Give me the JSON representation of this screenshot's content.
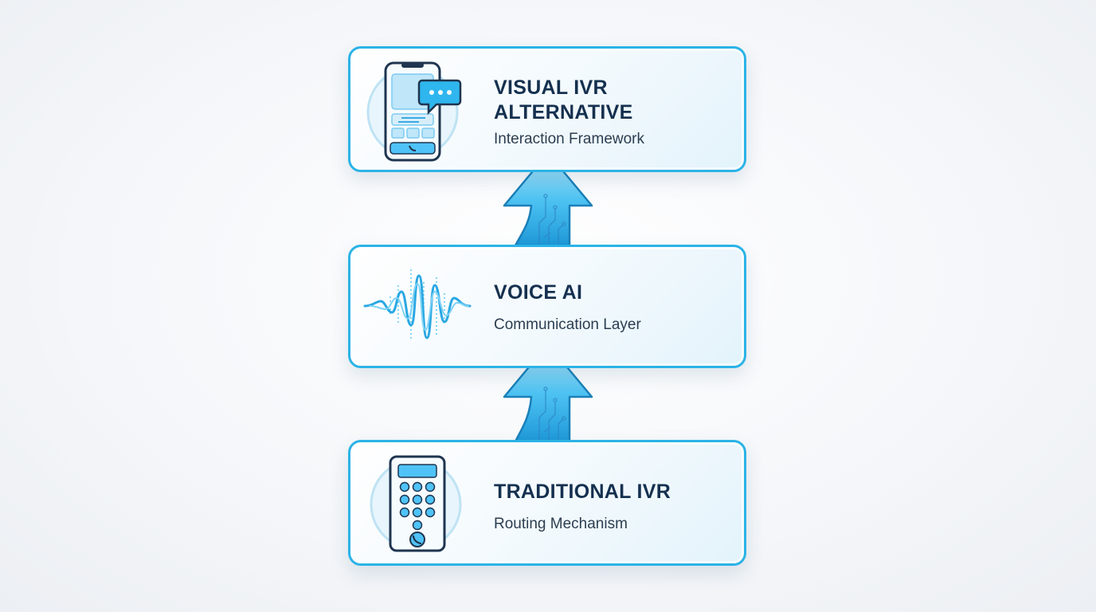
{
  "layers": [
    {
      "title": "VISUAL IVR\nALTERNATIVE",
      "subtitle": "Interaction Framework",
      "icon": "smartphone-chat-icon"
    },
    {
      "title": "VOICE AI",
      "subtitle": "Communication Layer",
      "icon": "sound-wave-icon"
    },
    {
      "title": "TRADITIONAL IVR",
      "subtitle": "Routing Mechanism",
      "icon": "keypad-phone-icon"
    }
  ],
  "colors": {
    "accent": "#2bb3e6",
    "title": "#15304f",
    "icon_stroke": "#1f3550",
    "icon_fill": "#4fc3f7"
  }
}
